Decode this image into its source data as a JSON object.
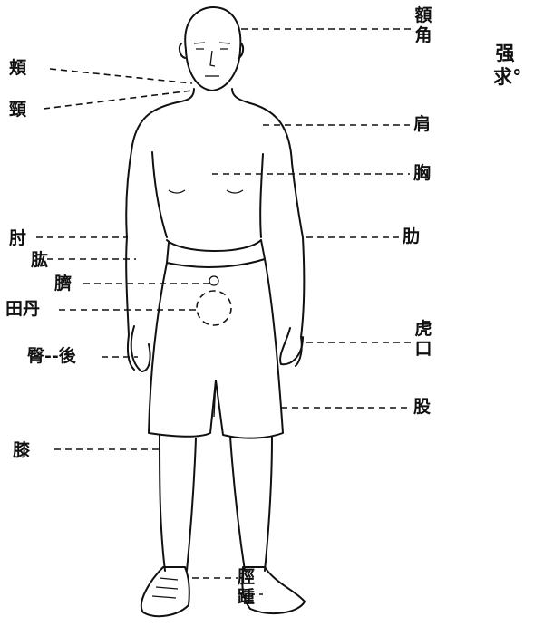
{
  "labels": {
    "forehead": "額角",
    "cheek": "頬",
    "neck": "頸",
    "shoulder": "肩",
    "chest": "胸",
    "ribs": "肋",
    "elbow": "肘",
    "upper_arm": "肱",
    "navel": "臍",
    "dantian": "田丹",
    "buttock_back": "臀--後",
    "tiger_mouth": "虎口",
    "thigh": "股",
    "knee": "膝",
    "shin": "脛",
    "heel": "踵"
  },
  "side_note": "强求°"
}
